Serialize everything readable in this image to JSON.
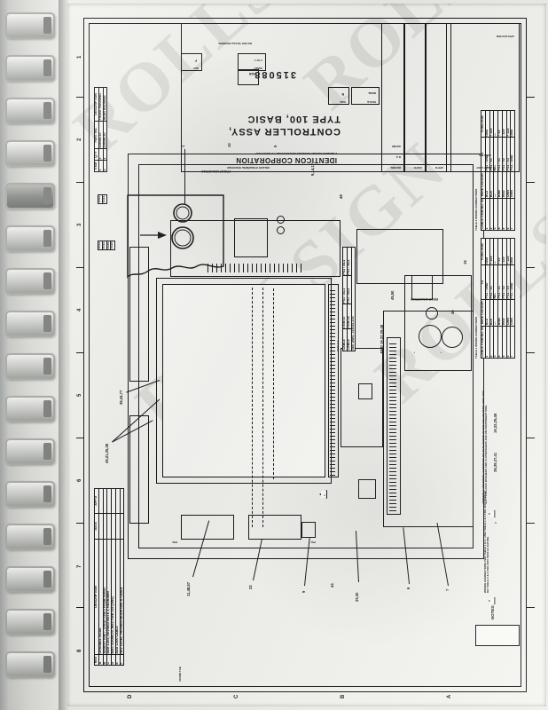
{
  "document": {
    "kind": "engineering-assembly-drawing-scan",
    "watermark_text": "ROLLSIGN",
    "sheet_orientation": "landscape sheet shown rotated 90° on a portrait page"
  },
  "title_block": {
    "company": "IDENTICON CORPORATION",
    "company_address": "2 SEAMON CIRCLE, FRANKLIN, MASSACHUSETTS 02038 U.S.A.",
    "drawing_title_line1": "CONTROLLER ASSY,",
    "drawing_title_line2": "TYPE 100, BASIC",
    "part_number": "315088",
    "part_suffix": "TAB",
    "size_label": "SIZE",
    "size_value": "B",
    "scale_label": "SCALE",
    "scale_value": "NONE",
    "sheet_label": "SHEET",
    "sheet_value": "1 OF 1",
    "drawn_label": "DRAWN",
    "drawn_by": "R.A.",
    "drawn_date": "3/24/86",
    "checked_label": "CHK'D",
    "approved_label": "APP'D",
    "dwg_no_label": "DWG. NO.",
    "rev_label": "REV",
    "rev_value": "F",
    "do_not_scale": "DO NOT SCALE DRAWING",
    "unless_specified": "UNLESS OTHERWISE SPECIFIED",
    "application_label": "APPLICATION",
    "next_assy_label": "NEXT ASSY",
    "used_on_label": "USED ON"
  },
  "parts_list": {
    "headers": [
      "ITEM",
      "QTY",
      "PART NO.",
      "DESCRIPTION"
    ],
    "rows": [
      {
        "item": "1",
        "qty": "1",
        "part_no": "315088-10",
        "description": "FRONT HOUSING"
      },
      {
        "item": "2",
        "qty": "1",
        "part_no": "315088-20",
        "description": "REAR HOUSING"
      },
      {
        "item": "3",
        "qty": "1",
        "part_no": "315088-1",
        "description": "PART NO."
      }
    ],
    "right_columns": {
      "col_a": [
        "1023",
        "1021"
      ],
      "col_b": [
        "0033",
        "0031",
        "0030",
        "0029"
      ],
      "col_c": [
        "0-15-68",
        "1-4"
      ],
      "col_d": [
        "3-60488-",
        "1-4"
      ],
      "description_header": "DESCRIPTION",
      "part_no_header": "PART NO."
    }
  },
  "revision_block": {
    "id": "315088 TAB",
    "headers": [
      "REV",
      "DESCRIPTION",
      "DATE",
      "APP'D"
    ],
    "rows": [
      {
        "rev": "A",
        "description": "ORIGINAL ISSUE"
      },
      {
        "rev": "B",
        "description": "ADDED ITEM 7, CHGD ITEM 2 FROM 315047"
      },
      {
        "rev": "C",
        "description": "ADD 1-203, REVISED NOTE 1, REDRAWN"
      },
      {
        "rev": "D",
        "description": "WAS 315088-10, WAS PWB 315 (1981)"
      },
      {
        "rev": "E",
        "description": "ADD 1-500 CABLE"
      },
      {
        "rev": "F",
        "description": "REV LEVEL, REVISED MOUNTING & CABLE"
      }
    ]
  },
  "notes": {
    "heading": "NOTES:",
    "items": [
      {
        "number": "1",
        "flag": "triangle-1",
        "text": "WIRING CONNECTIONS PER TABLE 1 & 3 - USE TABLE 1 & 3 FOR 115V 50/60 Hz OR TABLE 2 & 4 FOR 230V 50/60 Hz RATING."
      },
      {
        "number": "2",
        "flag": "triangle-2",
        "text": "ASSEMBLE MOUNTING HARDWARE SO THAT SCREW HEADS ARE ON PANEL SIDE AND ALL TYPE-LOCK WASHERS AND FLATWASHERS ARE ON COMPONENT SIDE."
      }
    ]
  },
  "wiring_tables": [
    {
      "title": "TABLE 1   WIRING CONNECTIONS",
      "headers": [
        "CABLE ITEM NO. 50",
        "WIRE COLOUR",
        "TO",
        "FUNCTION"
      ],
      "rows": [
        [
          "1",
          "BLU",
          "PS1 : GND",
          "GND"
        ],
        [
          "2",
          "BLK",
          "PS1 : V1",
          "+ 15V"
        ],
        [
          "3",
          "—",
          "N/C",
          "—"
        ],
        [
          "4",
          "BRN",
          "PS1 : V1",
          "+ 5V"
        ],
        [
          "5",
          "RED",
          "PS1 : V2",
          "- 12V"
        ],
        [
          "6",
          "ORN",
          "PS1 : V3",
          "+ 12V"
        ],
        [
          "7",
          "GRN",
          "PS1 : GND",
          "GND"
        ]
      ]
    },
    {
      "title": "TABLE 2   WIRING CONNECTIONS",
      "headers": [
        "CABLE ITEM NO. 50",
        "WIRE COLOUR",
        "TO",
        "FUNCTION"
      ],
      "rows": [
        [
          "1",
          "BLU",
          "PS1 : GND",
          "GND"
        ],
        [
          "2",
          "BLK",
          "PS1 : V1",
          "+ 15V"
        ],
        [
          "3",
          "—",
          "N/C",
          "—"
        ],
        [
          "4",
          "BRN",
          "PS1 : V1",
          "+ 5V"
        ],
        [
          "5",
          "RED",
          "PS1 : V2",
          "- 12V"
        ],
        [
          "6",
          "ORN",
          "PS1 : V3",
          "+ 12V"
        ],
        [
          "7",
          "GRN",
          "PS1 : GND",
          "GND"
        ]
      ]
    }
  ],
  "reference_table": {
    "title": "TABLE 3",
    "rows": [
      [
        "CABLE",
        "ITEM 47",
        "PS1 : AC1",
        "PS1 : AC1"
      ],
      [
        "CABLE",
        "ITEM 15",
        "PS1 : AC2",
        "PS1 : AC2"
      ],
      [
        "SEE DWG. 315045-100",
        "",
        "",
        ""
      ]
    ],
    "footer": "SEE DWG. 315016-100"
  },
  "view_labels": {
    "rear_mounting": "REAR MOUNTING",
    "front_mounting": "FRONT MOUNTING",
    "end_view": "END VIEW"
  },
  "balloons": [
    {
      "id": "b1",
      "text": "11,48,57"
    },
    {
      "id": "b2",
      "text": "22"
    },
    {
      "id": "b3",
      "text": "9"
    },
    {
      "id": "b4",
      "text": "44"
    },
    {
      "id": "b5",
      "text": "29,30"
    },
    {
      "id": "b6",
      "text": "6"
    },
    {
      "id": "b7",
      "text": "7"
    },
    {
      "id": "b8",
      "text": "8,12,16,17"
    },
    {
      "id": "b9",
      "text": "PS1"
    },
    {
      "id": "b10",
      "text": "PS2"
    },
    {
      "id": "b11",
      "text": "49,21,35,38"
    },
    {
      "id": "b12",
      "text": "36,44,77"
    },
    {
      "id": "b13",
      "text": "1"
    },
    {
      "id": "b14",
      "text": "10"
    },
    {
      "id": "b15",
      "text": "5"
    },
    {
      "id": "b16",
      "text": "4"
    },
    {
      "id": "b17",
      "text": "9,14,17"
    },
    {
      "id": "b18",
      "text": "17,25,38"
    },
    {
      "id": "b19",
      "text": "48"
    },
    {
      "id": "b20",
      "text": "27,31,39"
    },
    {
      "id": "b21",
      "text": "38,39,37,41"
    },
    {
      "id": "b22",
      "text": "19,22,25,48"
    },
    {
      "id": "b23",
      "text": "2"
    },
    {
      "id": "b24",
      "text": "3"
    },
    {
      "id": "b25",
      "text": "END 19,22,25,48"
    },
    {
      "id": "b26",
      "text": "45,50"
    },
    {
      "id": "b27",
      "text": "46"
    },
    {
      "id": "b28",
      "text": "15"
    },
    {
      "id": "b29",
      "text": "40"
    },
    {
      "id": "b30",
      "text": "23"
    },
    {
      "id": "b31",
      "text": "18"
    },
    {
      "id": "b32",
      "text": "13"
    },
    {
      "id": "b33",
      "text": "28"
    },
    {
      "id": "b34",
      "text": "24"
    }
  ],
  "zone_markers": {
    "columns": [
      "8",
      "7",
      "6",
      "5",
      "4",
      "3",
      "2",
      "1"
    ],
    "rows": [
      "D",
      "C",
      "B",
      "A"
    ]
  }
}
